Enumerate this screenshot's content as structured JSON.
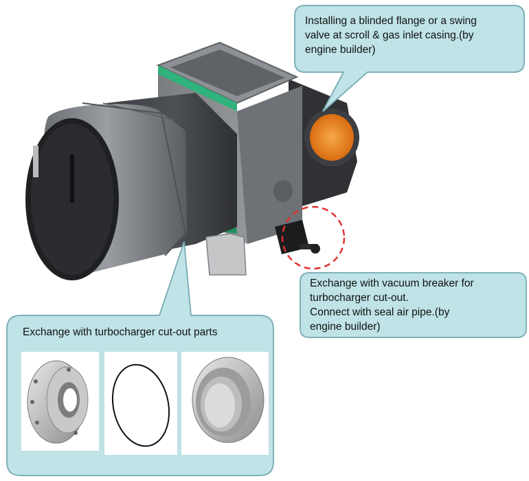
{
  "callouts": {
    "top_right": {
      "lines": [
        "Installing a blinded flange or a swing",
        "valve at scroll & gas inlet casing.(by",
        "engine builder)"
      ]
    },
    "mid_right": {
      "lines": [
        "Exchange with vacuum breaker for",
        "turbocharger cut-out.",
        "Connect with seal air pipe.(by",
        "engine builder)"
      ]
    },
    "bottom_left": {
      "title": "Exchange with turbocharger cut-out parts",
      "parts": [
        "flange-ring-part",
        "o-ring-seal-part",
        "threaded-ring-part"
      ]
    }
  },
  "colors": {
    "callout_fill": "#bfe3e7",
    "callout_stroke": "#7fb0b8",
    "highlight_circle": "#e03030",
    "gas_inlet_orange": "#f08a1e",
    "accent_green": "#2fb37a"
  },
  "icons": [
    "turbocharger-illustration",
    "gas-inlet-opening",
    "vacuum-breaker-bolt"
  ]
}
